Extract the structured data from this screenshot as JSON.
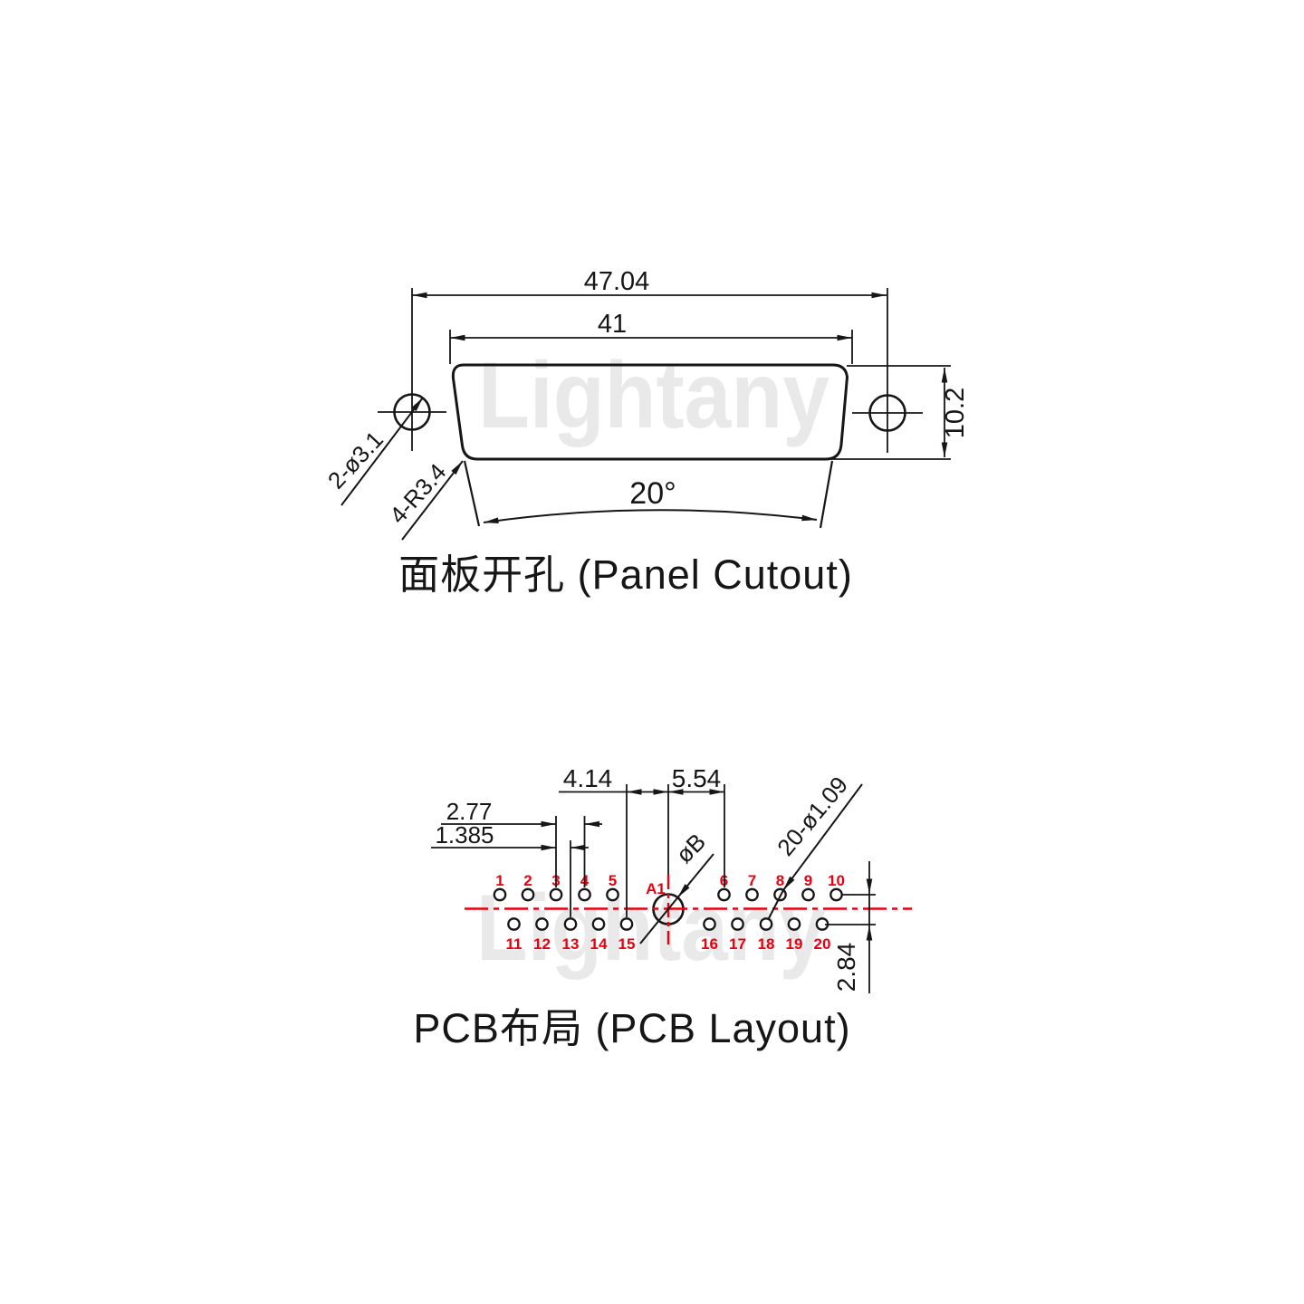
{
  "watermark": {
    "text": "Lightany"
  },
  "panel": {
    "title": "面板开孔 (Panel Cutout)",
    "dim_outer_width": "47.04",
    "dim_inner_width": "41",
    "dim_height": "10.2",
    "label_mount_holes": "2-ø3.1",
    "label_corner_radius": "4-R3.4",
    "label_draft_angle": "20°"
  },
  "pcb": {
    "title": "PCB布局 (PCB Layout)",
    "dim_a1_to_pin15": "4.14",
    "dim_a1_to_pin6": "5.54",
    "dim_pitch": "2.77",
    "dim_stagger": "1.385",
    "dim_row_spacing": "2.84",
    "label_pin_holes": "20-ø1.09",
    "label_a1_hole": "øB",
    "center_pin_label": "A1",
    "pins_top": [
      "1",
      "2",
      "3",
      "4",
      "5",
      "6",
      "7",
      "8",
      "9",
      "10"
    ],
    "pins_bottom": [
      "11",
      "12",
      "13",
      "14",
      "15",
      "16",
      "17",
      "18",
      "19",
      "20"
    ]
  },
  "colors": {
    "line": "#161616",
    "accent_red": "#e8000f",
    "watermark": "#e9e9e9"
  }
}
